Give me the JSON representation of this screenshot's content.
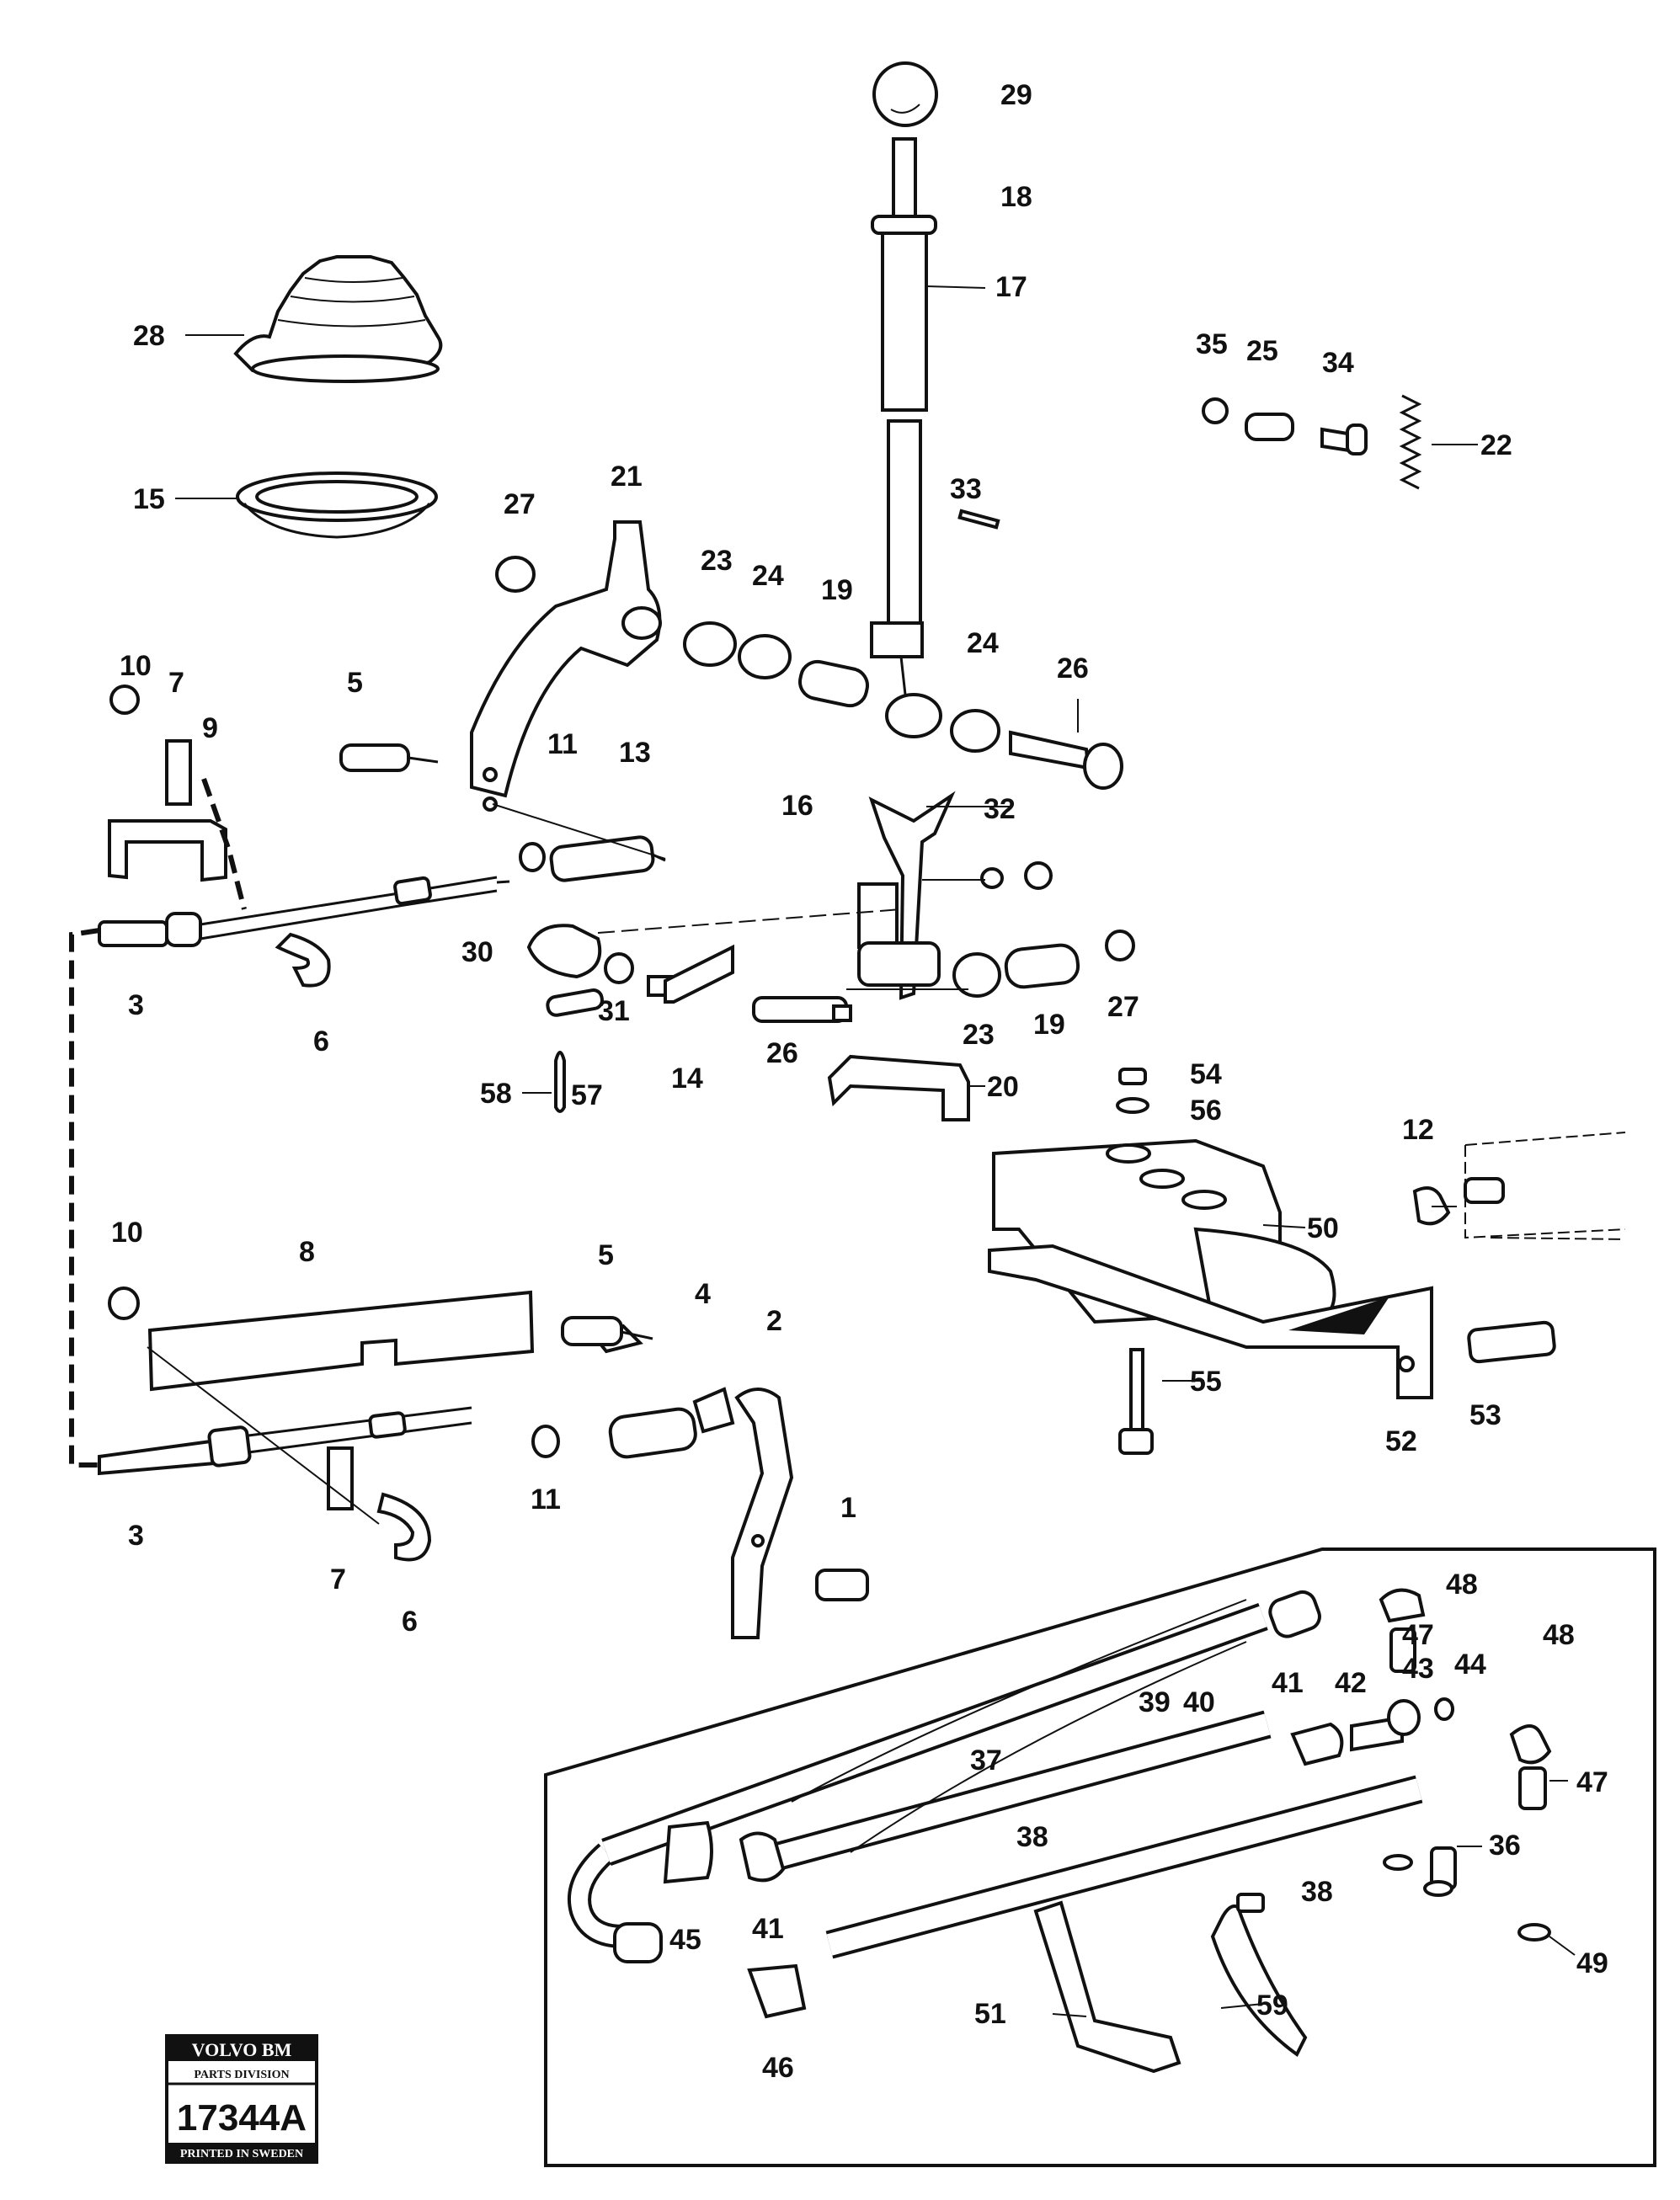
{
  "callouts": [
    {
      "id": "29",
      "text": "29"
    },
    {
      "id": "18",
      "text": "18"
    },
    {
      "id": "17",
      "text": "17"
    },
    {
      "id": "28",
      "text": "28"
    },
    {
      "id": "35",
      "text": "35"
    },
    {
      "id": "25",
      "text": "25"
    },
    {
      "id": "34",
      "text": "34"
    },
    {
      "id": "22",
      "text": "22"
    },
    {
      "id": "15",
      "text": "15"
    },
    {
      "id": "21",
      "text": "21"
    },
    {
      "id": "27a",
      "text": "27"
    },
    {
      "id": "33",
      "text": "33"
    },
    {
      "id": "23a",
      "text": "23"
    },
    {
      "id": "24a",
      "text": "24"
    },
    {
      "id": "19a",
      "text": "19"
    },
    {
      "id": "24b",
      "text": "24"
    },
    {
      "id": "26a",
      "text": "26"
    },
    {
      "id": "10a",
      "text": "10"
    },
    {
      "id": "7a",
      "text": "7"
    },
    {
      "id": "9",
      "text": "9"
    },
    {
      "id": "5a",
      "text": "5"
    },
    {
      "id": "11a",
      "text": "11"
    },
    {
      "id": "13",
      "text": "13"
    },
    {
      "id": "16",
      "text": "16"
    },
    {
      "id": "32",
      "text": "32"
    },
    {
      "id": "30",
      "text": "30"
    },
    {
      "id": "3a",
      "text": "3"
    },
    {
      "id": "6a",
      "text": "6"
    },
    {
      "id": "31",
      "text": "31"
    },
    {
      "id": "27b",
      "text": "27"
    },
    {
      "id": "23b",
      "text": "23"
    },
    {
      "id": "19b",
      "text": "19"
    },
    {
      "id": "26b",
      "text": "26"
    },
    {
      "id": "14",
      "text": "14"
    },
    {
      "id": "58",
      "text": "58"
    },
    {
      "id": "57",
      "text": "57"
    },
    {
      "id": "20",
      "text": "20"
    },
    {
      "id": "54",
      "text": "54"
    },
    {
      "id": "56",
      "text": "56"
    },
    {
      "id": "12",
      "text": "12"
    },
    {
      "id": "50",
      "text": "50"
    },
    {
      "id": "10b",
      "text": "10"
    },
    {
      "id": "8",
      "text": "8"
    },
    {
      "id": "5b",
      "text": "5"
    },
    {
      "id": "4",
      "text": "4"
    },
    {
      "id": "2",
      "text": "2"
    },
    {
      "id": "55",
      "text": "55"
    },
    {
      "id": "53",
      "text": "53"
    },
    {
      "id": "52",
      "text": "52"
    },
    {
      "id": "11b",
      "text": "11"
    },
    {
      "id": "3b",
      "text": "3"
    },
    {
      "id": "1",
      "text": "1"
    },
    {
      "id": "7b",
      "text": "7"
    },
    {
      "id": "6b",
      "text": "6"
    },
    {
      "id": "48a",
      "text": "48"
    },
    {
      "id": "47a",
      "text": "47"
    },
    {
      "id": "43",
      "text": "43"
    },
    {
      "id": "44",
      "text": "44"
    },
    {
      "id": "48b",
      "text": "48"
    },
    {
      "id": "39",
      "text": "39"
    },
    {
      "id": "40",
      "text": "40"
    },
    {
      "id": "41a",
      "text": "41"
    },
    {
      "id": "42",
      "text": "42"
    },
    {
      "id": "37",
      "text": "37"
    },
    {
      "id": "47b",
      "text": "47"
    },
    {
      "id": "36",
      "text": "36"
    },
    {
      "id": "38a",
      "text": "38"
    },
    {
      "id": "38b",
      "text": "38"
    },
    {
      "id": "45",
      "text": "45"
    },
    {
      "id": "41b",
      "text": "41"
    },
    {
      "id": "49",
      "text": "49"
    },
    {
      "id": "59",
      "text": "59"
    },
    {
      "id": "51",
      "text": "51"
    },
    {
      "id": "46",
      "text": "46"
    }
  ],
  "stamp": {
    "brand": "VOLVO BM",
    "division": "PARTS DIVISION",
    "number": "17344A",
    "footer": "PRINTED IN SWEDEN"
  }
}
